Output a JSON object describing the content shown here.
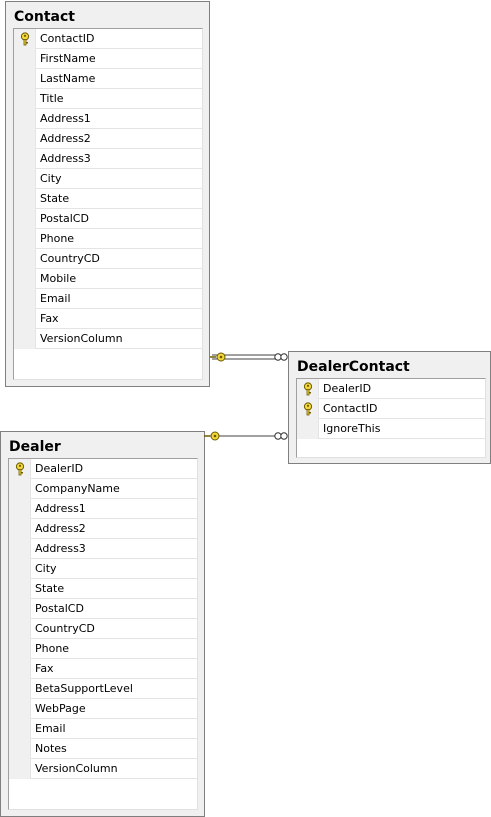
{
  "tables": {
    "contact": {
      "title": "Contact",
      "columns": [
        {
          "name": "ContactID",
          "pk": true
        },
        {
          "name": "FirstName",
          "pk": false
        },
        {
          "name": "LastName",
          "pk": false
        },
        {
          "name": "Title",
          "pk": false
        },
        {
          "name": "Address1",
          "pk": false
        },
        {
          "name": "Address2",
          "pk": false
        },
        {
          "name": "Address3",
          "pk": false
        },
        {
          "name": "City",
          "pk": false
        },
        {
          "name": "State",
          "pk": false
        },
        {
          "name": "PostalCD",
          "pk": false
        },
        {
          "name": "Phone",
          "pk": false
        },
        {
          "name": "CountryCD",
          "pk": false
        },
        {
          "name": "Mobile",
          "pk": false
        },
        {
          "name": "Email",
          "pk": false
        },
        {
          "name": "Fax",
          "pk": false
        },
        {
          "name": "VersionColumn",
          "pk": false
        }
      ]
    },
    "dealer_contact": {
      "title": "DealerContact",
      "columns": [
        {
          "name": "DealerID",
          "pk": true
        },
        {
          "name": "ContactID",
          "pk": true
        },
        {
          "name": "IgnoreThis",
          "pk": false
        }
      ]
    },
    "dealer": {
      "title": "Dealer",
      "columns": [
        {
          "name": "DealerID",
          "pk": true
        },
        {
          "name": "CompanyName",
          "pk": false
        },
        {
          "name": "Address1",
          "pk": false
        },
        {
          "name": "Address2",
          "pk": false
        },
        {
          "name": "Address3",
          "pk": false
        },
        {
          "name": "City",
          "pk": false
        },
        {
          "name": "State",
          "pk": false
        },
        {
          "name": "PostalCD",
          "pk": false
        },
        {
          "name": "CountryCD",
          "pk": false
        },
        {
          "name": "Phone",
          "pk": false
        },
        {
          "name": "Fax",
          "pk": false
        },
        {
          "name": "BetaSupportLevel",
          "pk": false
        },
        {
          "name": "WebPage",
          "pk": false
        },
        {
          "name": "Email",
          "pk": false
        },
        {
          "name": "Notes",
          "pk": false
        },
        {
          "name": "VersionColumn",
          "pk": false
        }
      ]
    }
  },
  "relationships": [
    {
      "from": "Contact",
      "to": "DealerContact",
      "from_end": "key-icon",
      "to_end": "infinity-icon"
    },
    {
      "from": "Dealer",
      "to": "DealerContact",
      "from_end": "key-icon",
      "to_end": "infinity-icon"
    }
  ],
  "colors": {
    "key_fill": "#f2d63a",
    "key_stroke": "#6b5a00",
    "line": "#404040"
  }
}
